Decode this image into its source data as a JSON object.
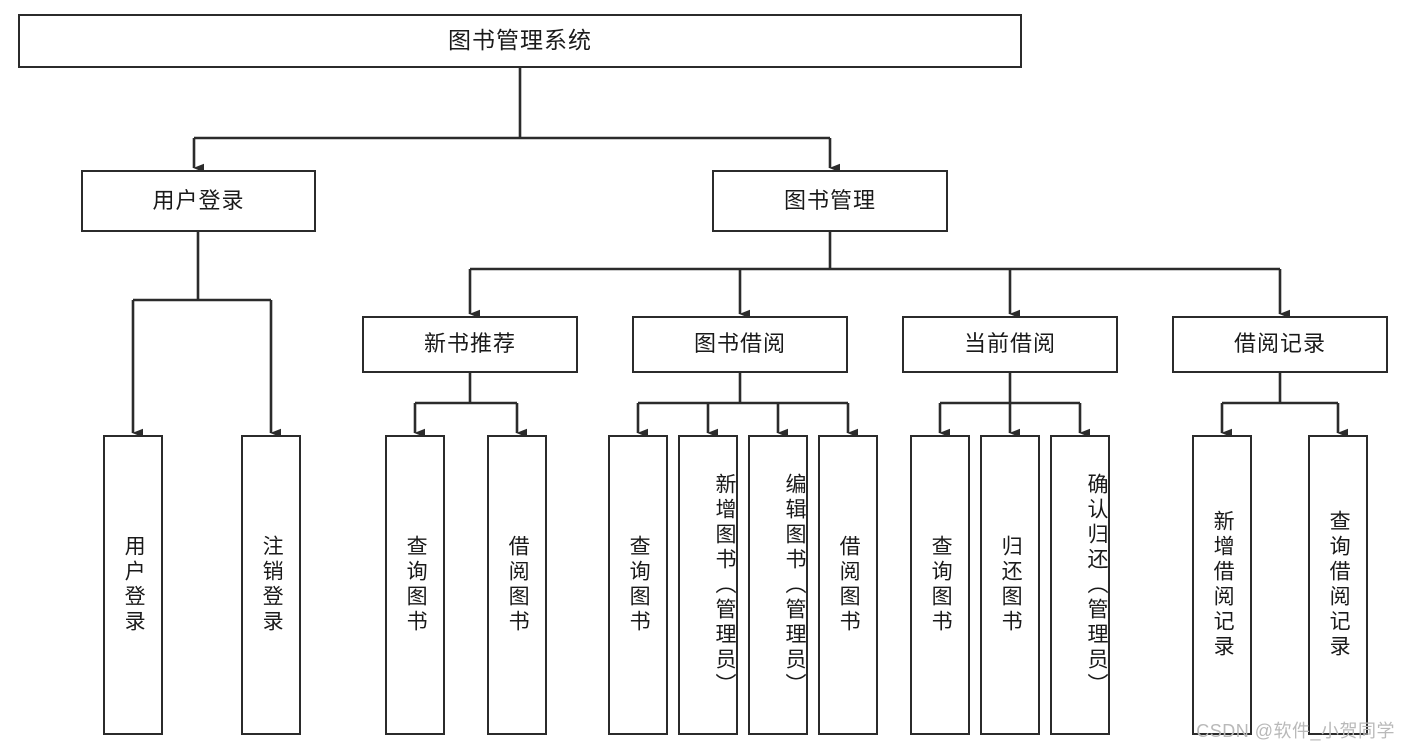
{
  "diagram": {
    "title": "图书管理系统",
    "type": "tree",
    "watermark": "CSDN @软件_小贺同学",
    "stroke_color": "#2b2b2b",
    "background_color": "#ffffff",
    "text_color": "#1a1a1a",
    "watermark_color": "#b9b9b9"
  },
  "nodes": {
    "root": {
      "label": "图书管理系统"
    },
    "level2": [
      {
        "id": "user-login",
        "label": "用户登录"
      },
      {
        "id": "book-manage",
        "label": "图书管理"
      }
    ],
    "level3": [
      {
        "id": "new-book-recommend",
        "label": "新书推荐"
      },
      {
        "id": "book-borrow",
        "label": "图书借阅"
      },
      {
        "id": "current-borrow",
        "label": "当前借阅"
      },
      {
        "id": "borrow-record",
        "label": "借阅记录"
      }
    ],
    "leaves": {
      "user_login": [
        {
          "id": "leaf-user-login",
          "label": "用户登录"
        },
        {
          "id": "leaf-user-logout",
          "label": "注销登录"
        }
      ],
      "new_book_recommend": [
        {
          "id": "leaf-query-book-1",
          "label": "查询图书"
        },
        {
          "id": "leaf-borrow-book-1",
          "label": "借阅图书"
        }
      ],
      "book_borrow": [
        {
          "id": "leaf-query-book-2",
          "label": "查询图书"
        },
        {
          "id": "leaf-add-book",
          "label": "新增图书（管理员）"
        },
        {
          "id": "leaf-edit-book",
          "label": "编辑图书（管理员）"
        },
        {
          "id": "leaf-borrow-book-2",
          "label": "借阅图书"
        }
      ],
      "current_borrow": [
        {
          "id": "leaf-query-book-3",
          "label": "查询图书"
        },
        {
          "id": "leaf-return-book",
          "label": "归还图书"
        },
        {
          "id": "leaf-confirm-return",
          "label": "确认归还（管理员）"
        }
      ],
      "borrow_record": [
        {
          "id": "leaf-add-record",
          "label": "新增借阅记录"
        },
        {
          "id": "leaf-query-record",
          "label": "查询借阅记录"
        }
      ]
    }
  }
}
